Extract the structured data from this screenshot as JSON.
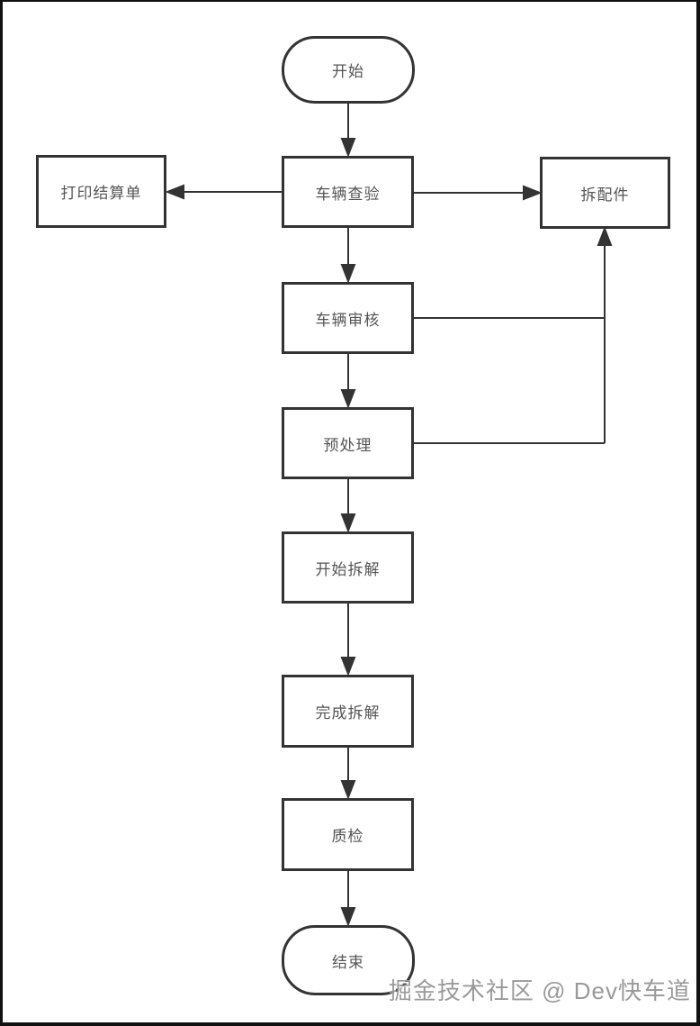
{
  "diagram": {
    "type": "flowchart",
    "nodes": [
      {
        "id": "start",
        "label": "开始",
        "shape": "stadium"
      },
      {
        "id": "vehicle-inspection",
        "label": "车辆查验",
        "shape": "rect"
      },
      {
        "id": "print-settlement",
        "label": "打印结算单",
        "shape": "rect"
      },
      {
        "id": "remove-parts",
        "label": "拆配件",
        "shape": "rect"
      },
      {
        "id": "vehicle-review",
        "label": "车辆审核",
        "shape": "rect"
      },
      {
        "id": "preprocess",
        "label": "预处理",
        "shape": "rect"
      },
      {
        "id": "start-dismantle",
        "label": "开始拆解",
        "shape": "rect"
      },
      {
        "id": "complete-dismantle",
        "label": "完成拆解",
        "shape": "rect"
      },
      {
        "id": "quality-check",
        "label": "质检",
        "shape": "rect"
      },
      {
        "id": "end",
        "label": "结束",
        "shape": "stadium"
      }
    ],
    "edges": [
      {
        "from": "start",
        "to": "vehicle-inspection",
        "direction": "down"
      },
      {
        "from": "vehicle-inspection",
        "to": "print-settlement",
        "direction": "left"
      },
      {
        "from": "vehicle-inspection",
        "to": "remove-parts",
        "direction": "right"
      },
      {
        "from": "vehicle-inspection",
        "to": "vehicle-review",
        "direction": "down"
      },
      {
        "from": "vehicle-review",
        "to": "remove-parts",
        "direction": "right-up"
      },
      {
        "from": "vehicle-review",
        "to": "preprocess",
        "direction": "down"
      },
      {
        "from": "preprocess",
        "to": "remove-parts",
        "direction": "right-up"
      },
      {
        "from": "preprocess",
        "to": "start-dismantle",
        "direction": "down"
      },
      {
        "from": "start-dismantle",
        "to": "complete-dismantle",
        "direction": "down"
      },
      {
        "from": "complete-dismantle",
        "to": "quality-check",
        "direction": "down"
      },
      {
        "from": "quality-check",
        "to": "end",
        "direction": "down"
      }
    ],
    "colors": {
      "line": "#333333",
      "node_border": "#333333",
      "text": "#555555",
      "background": "#ffffff",
      "frame_border": "#111111",
      "watermark": "#9a9a9a"
    }
  },
  "watermark": {
    "text": "掘金技术社区 @ Dev快车道"
  }
}
